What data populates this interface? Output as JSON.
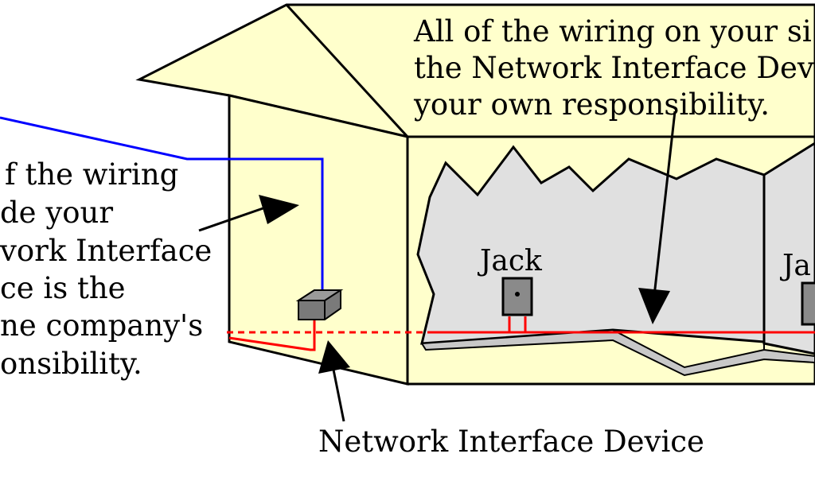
{
  "colors": {
    "house_fill": "#ffffcc",
    "room_fill": "#e0e0e0",
    "floor_fill": "#d4d4d4",
    "outline": "#000000",
    "phone_company_wire": "#0000ff",
    "customer_wire": "#ff0000",
    "nid_fill": "#7a7a7a",
    "jack_fill": "#8a8a8a"
  },
  "captions": {
    "customer_side": [
      "All of the wiring on your si",
      "the Network Interface Devi",
      "your own responsibility."
    ],
    "company_side": [
      "f the wiring",
      "de your",
      "vork Interface",
      "ce is the",
      "ne company's",
      "onsibility."
    ],
    "nid": "Network Interface Device"
  },
  "jacks": [
    {
      "label": "Jack"
    },
    {
      "label": "Ja"
    }
  ],
  "icons": {
    "network_interface_device": "nid-box-icon",
    "jack": "phone-jack-icon"
  }
}
